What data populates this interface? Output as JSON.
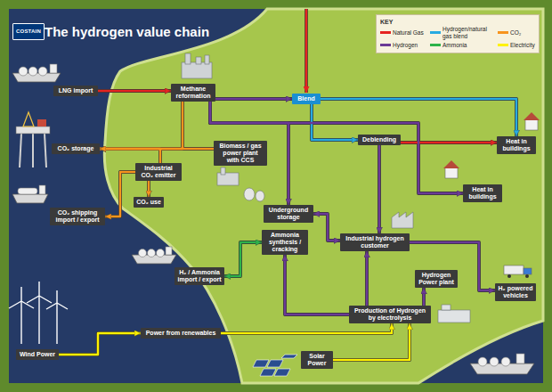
{
  "diagram": {
    "title": "The hydrogen value chain",
    "nodes": [
      {
        "text": [
          "COSTAIN"
        ]
      },
      {
        "text": [
          "LNG import"
        ]
      },
      {
        "text": [
          "Methane reformation"
        ]
      },
      {
        "text": [
          "Blend"
        ]
      },
      {
        "text": [
          "CO₂ storage"
        ]
      },
      {
        "text": [
          "Deblending"
        ]
      },
      {
        "text": [
          "Heat in buildings"
        ]
      },
      {
        "text": [
          "Biomass / gas power plant with CCS"
        ]
      },
      {
        "text": [
          "Industrial CO₂ emitter"
        ]
      },
      {
        "text": [
          "Heat in buildings"
        ]
      },
      {
        "text": [
          "CO₂ use"
        ]
      },
      {
        "text": [
          "Underground storage"
        ]
      },
      {
        "text": [
          "CO₂ shipping import / export"
        ]
      },
      {
        "text": [
          "Industrial hydrogen customer"
        ]
      },
      {
        "text": [
          "Ammonia synthesis / cracking"
        ]
      },
      {
        "text": [
          "H₂ / Ammonia import / export"
        ]
      },
      {
        "text": [
          "Hydrogen Power plant"
        ]
      },
      {
        "text": [
          "H₂ powered vehicles"
        ]
      },
      {
        "text": [
          "Production of Hydrogen by electrolysis"
        ]
      },
      {
        "text": [
          "Power from renewables"
        ]
      },
      {
        "text": [
          "Wind Power"
        ]
      },
      {
        "text": [
          "Solar Power"
        ]
      }
    ],
    "edges": [
      {
        "from": 1,
        "to": 2,
        "arrow": "to"
      },
      {
        "from": 2,
        "to": 3,
        "arrow": "to"
      },
      {
        "from": 2,
        "to": 4,
        "arrow": "to"
      },
      {
        "from": 7,
        "to": 4,
        "arrow": "to"
      },
      {
        "from": 8,
        "to": 4,
        "arrow": "to"
      },
      {
        "from": 8,
        "to": 12,
        "arrow": "to"
      },
      {
        "from": 8,
        "to": 10,
        "arrow": "to"
      },
      {
        "from": 3,
        "to": 6,
        "arrow": "to"
      },
      {
        "from": 3,
        "to": 5,
        "arrow": "to"
      },
      {
        "from": 5,
        "to": 6,
        "arrow": "to"
      },
      {
        "from": 2,
        "to": 11,
        "arrow": "to"
      },
      {
        "from": 2,
        "to": 9,
        "arrow": "to"
      },
      {
        "from": 11,
        "to": 13,
        "arrow": "both"
      },
      {
        "from": 5,
        "to": 13,
        "arrow": "to"
      },
      {
        "from": 13,
        "to": 17,
        "arrow": "to"
      },
      {
        "from": 18,
        "to": 16,
        "arrow": "to"
      },
      {
        "from": 18,
        "to": 14,
        "arrow": "to"
      },
      {
        "from": 18,
        "to": 13,
        "arrow": "to"
      },
      {
        "from": 14,
        "to": 15,
        "arrow": "both"
      },
      {
        "from": 19,
        "to": 18,
        "arrow": "to"
      },
      {
        "from": 20,
        "to": 19,
        "arrow": "to"
      },
      {
        "from": 21,
        "to": 18,
        "arrow": "to"
      }
    ],
    "labels": [
      "KEY"
    ],
    "legend": [
      {
        "text": "Natural Gas",
        "color": "#e52421"
      },
      {
        "text": "Hydrogen",
        "color": "#6b3a96"
      },
      {
        "text": "Hydrogen/natural gas blend",
        "color": "#27aae1"
      },
      {
        "text": "Ammonia",
        "color": "#2db34a"
      },
      {
        "text": "CO₂",
        "color": "#f7941d"
      },
      {
        "text": "Electricity",
        "color": "#fff200"
      }
    ]
  }
}
